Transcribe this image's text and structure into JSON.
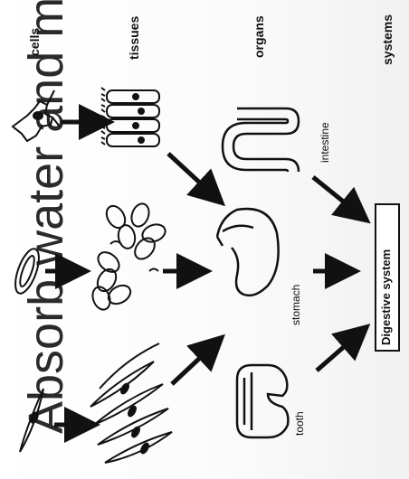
{
  "background_text": "Absorb water and minerals from",
  "levels": {
    "cells": "cells",
    "tissues": "tissues",
    "organs": "organs",
    "systems": "systems"
  },
  "organs": {
    "intestine": "intestine",
    "stomach": "stomach",
    "tooth": "tooth"
  },
  "system": "Digestive system"
}
